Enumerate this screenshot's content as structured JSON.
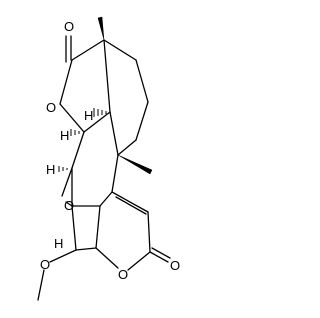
{
  "diagram": {
    "type": "chemical-structure",
    "atom_labels": {
      "o_lactone_top_carbonyl": "O",
      "o_lactone_top_ring": "O",
      "o_epoxide": "O",
      "o_methoxy": "O",
      "o_lactone_bottom_ring": "O",
      "o_lactone_bottom_carbonyl": "O",
      "h_top": "H",
      "h_left": "H",
      "h_mid_left": "H",
      "h_acetal": "H"
    },
    "colors": {
      "ink": "#000000",
      "background": "#ffffff"
    }
  }
}
